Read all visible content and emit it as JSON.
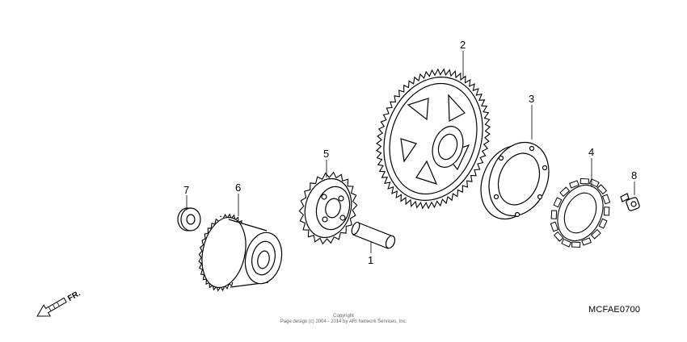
{
  "diagram": {
    "code": "MCFAE0700",
    "front_indicator": "FR.",
    "copyright_line1": "Copyright",
    "copyright_line2": "Page design (c) 2004 - 2014 by ARI Network Services, Inc.",
    "callouts": [
      "1",
      "2",
      "3",
      "4",
      "5",
      "6",
      "7",
      "8"
    ],
    "parts": [
      {
        "callout": "1",
        "icon": "shaft-icon"
      },
      {
        "callout": "2",
        "icon": "large-gear-icon"
      },
      {
        "callout": "3",
        "icon": "one-way-clutch-housing-icon"
      },
      {
        "callout": "4",
        "icon": "sprag-clutch-icon"
      },
      {
        "callout": "5",
        "icon": "small-gear-icon"
      },
      {
        "callout": "6",
        "icon": "clutch-gear-drum-icon"
      },
      {
        "callout": "7",
        "icon": "bearing-icon"
      },
      {
        "callout": "8",
        "icon": "bolt-icon"
      }
    ]
  }
}
